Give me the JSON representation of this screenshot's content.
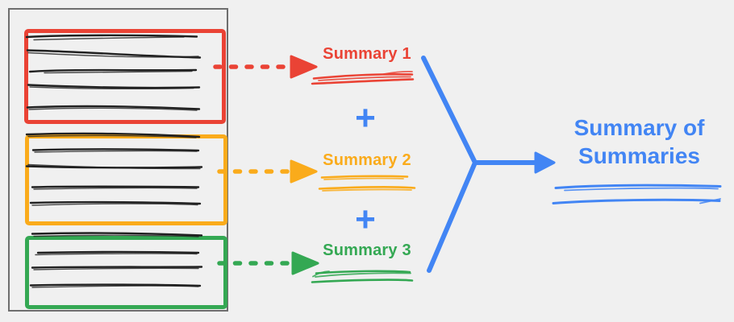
{
  "palette": {
    "background": "#F0F0F0",
    "frame": "#6e6e6e",
    "ink": "#202020",
    "red": "#EA4335",
    "orange": "#FAAB1B",
    "green": "#34A853",
    "blue": "#4285F4"
  },
  "document": {
    "description": "source document with three highlighted chunks of handwritten text",
    "chunks": [
      {
        "color_key": "red",
        "text_lines": 5
      },
      {
        "color_key": "orange",
        "text_lines": 5
      },
      {
        "color_key": "green",
        "text_lines": 4
      }
    ]
  },
  "summaries": [
    {
      "label": "Summary 1",
      "color_key": "red"
    },
    {
      "label": "Summary 2",
      "color_key": "orange"
    },
    {
      "label": "Summary 3",
      "color_key": "green"
    }
  ],
  "operators": {
    "plus": "+"
  },
  "result": {
    "label": "Summary of Summaries",
    "color_key": "blue"
  }
}
